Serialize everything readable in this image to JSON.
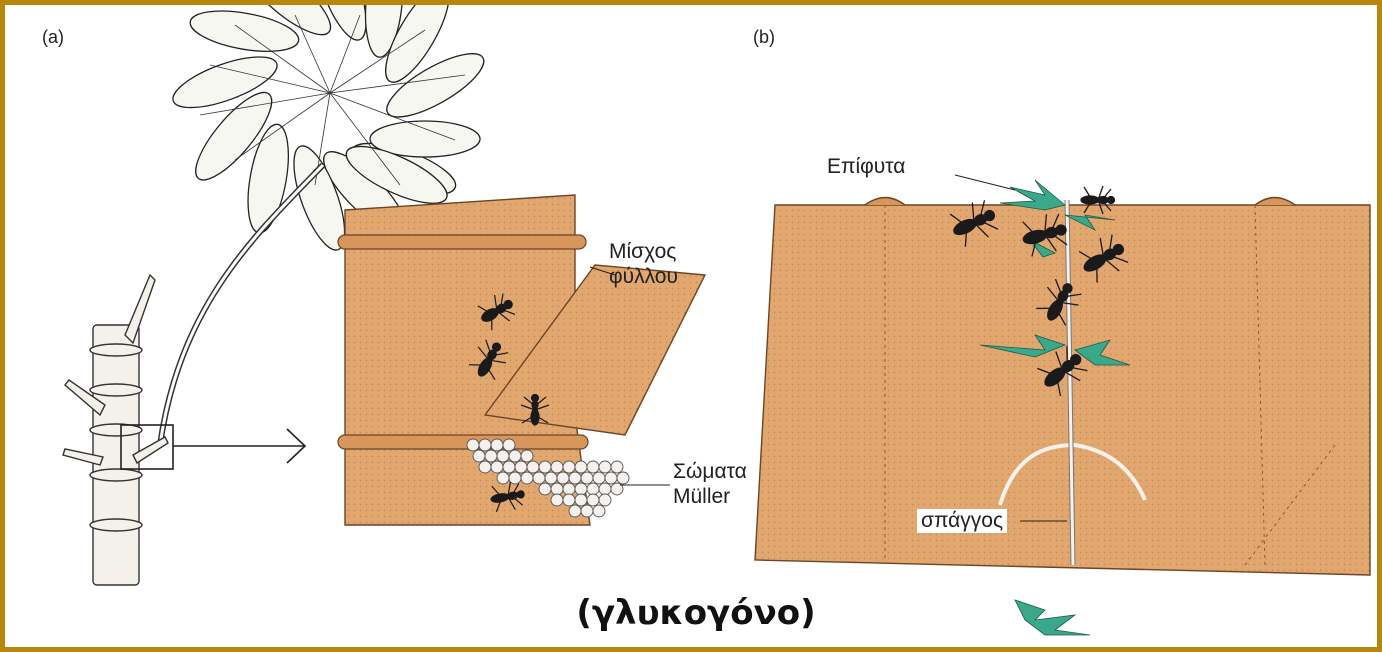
{
  "panels": {
    "a": {
      "label": "(a)"
    },
    "b": {
      "label": "(b)"
    }
  },
  "labels": {
    "petiole_line1": "Μίσχος",
    "petiole_line2": "φύλλου",
    "muller_line1": "Σώματα",
    "muller_line2": "Müller",
    "epiphytes": "Επίφυτα",
    "string": "σπάγγος"
  },
  "caption": "(γλυκογόνο)",
  "colors": {
    "frame": "#b8860b",
    "stem": "#e2a66f",
    "epiphyte": "#3aa88a",
    "ant": "#1a1a1a"
  }
}
